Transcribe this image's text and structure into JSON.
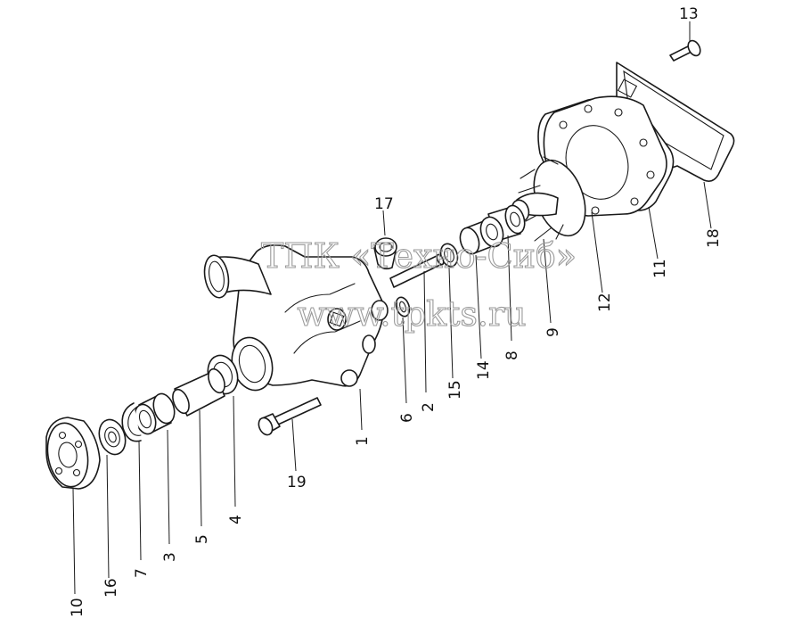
{
  "watermark": {
    "line1": "ТПК «Техно-Сиб»",
    "line2": "www.tpkts.ru"
  },
  "callouts": {
    "c1": "1",
    "c2": "2",
    "c3": "3",
    "c4": "4",
    "c5": "5",
    "c6": "6",
    "c7": "7",
    "c8": "8",
    "c9": "9",
    "c10": "10",
    "c11": "11",
    "c12": "12",
    "c13": "13",
    "c14": "14",
    "c15": "15",
    "c16": "16",
    "c17": "17",
    "c18": "18",
    "c19": "19"
  }
}
